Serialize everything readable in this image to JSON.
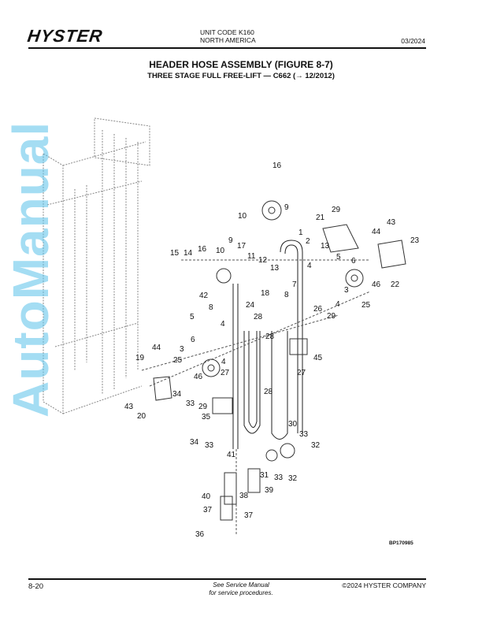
{
  "header": {
    "logo": "HYSTER",
    "unit_code": "UNIT CODE K160",
    "region": "NORTH AMERICA",
    "date": "03/2024"
  },
  "title": {
    "main": "HEADER HOSE ASSEMBLY (FIGURE 8-7)",
    "sub": "THREE STAGE FULL FREE-LIFT — C662 (→ 12/2012)"
  },
  "figure": {
    "code": "BP170985",
    "watermark": "AutoManual",
    "callouts": [
      "16",
      "10",
      "9",
      "1",
      "2",
      "21",
      "29",
      "43",
      "44",
      "23",
      "13",
      "5",
      "6",
      "4",
      "3",
      "4",
      "7",
      "8",
      "46",
      "22",
      "25",
      "15",
      "14",
      "16",
      "10",
      "9",
      "17",
      "11",
      "12",
      "13",
      "42",
      "18",
      "8",
      "24",
      "28",
      "5",
      "4",
      "6",
      "3",
      "4",
      "25",
      "44",
      "19",
      "46",
      "43",
      "20",
      "27",
      "34",
      "33",
      "29",
      "35",
      "28",
      "28",
      "26",
      "29",
      "45",
      "27",
      "34",
      "33",
      "30",
      "33",
      "32",
      "41",
      "31",
      "33",
      "32",
      "38",
      "39",
      "40",
      "37",
      "37",
      "36"
    ]
  },
  "footer": {
    "page": "8-20",
    "note_line1": "See Service Manual",
    "note_line2": "for service procedures.",
    "copyright": "©2024 HYSTER COMPANY"
  }
}
